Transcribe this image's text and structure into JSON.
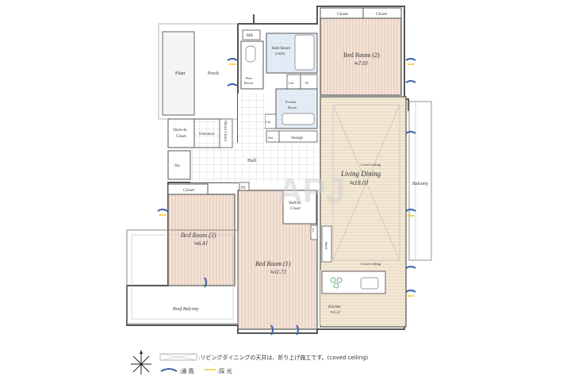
{
  "rooms": {
    "bed2": {
      "label": "Bed Room (2)",
      "area": "≒7.0J"
    },
    "bed3": {
      "label": "Bed Room (3)",
      "area": "≒6.4J"
    },
    "bed1": {
      "label": "Bed Room (1)",
      "area": "≒11.7J"
    },
    "living": {
      "label": "Living Dining",
      "area": "≒18.0J"
    },
    "kitchen": {
      "label": "Kitchen",
      "area": "≒3.1J"
    },
    "bath": {
      "label": "Bath Room",
      "size": "(1620)"
    },
    "rest": {
      "label_1": "Rest",
      "label_2": "Room"
    },
    "powder": {
      "label_1": "Powder",
      "label_2": "Room"
    },
    "plant": "Plant",
    "porch": "Porch",
    "entrance": "Entrance",
    "shoes_in_1": "Shoes-In",
    "shoes_in_2": "Closet",
    "shoes_closet": "Shoes Closet",
    "hall": "Hall",
    "walk_in_1": "Walk-In",
    "walk_in_2": "Closet",
    "balcony": "Balcony",
    "roof_balcony": "Roof Balcony"
  },
  "small_labels": {
    "closet": "Closet",
    "mb": "MB",
    "lin": "Lin",
    "w": "W",
    "sto": "Sto.",
    "storage": "Storage",
    "ps": "PS",
    "wc": "W/C",
    "shelf": "Shelf",
    "coved_ceiling": "Coved ceiling"
  },
  "legend": {
    "coved_note": ":リビングダイニングの天井は、折り上げ施工です。(coved ceiling)",
    "ventilation": ":通 風",
    "daylight": ":採 光"
  },
  "watermark": "APJ",
  "colors": {
    "floor_wood": "#f3e6d8",
    "floor_wood_stripe": "#d9b9a6",
    "living_floor": "#f4ecd6",
    "bath_blue": "#dfe9f4",
    "wall": "#444444",
    "vent_blue": "#3f63a8",
    "light_yellow": "#f2c230"
  }
}
